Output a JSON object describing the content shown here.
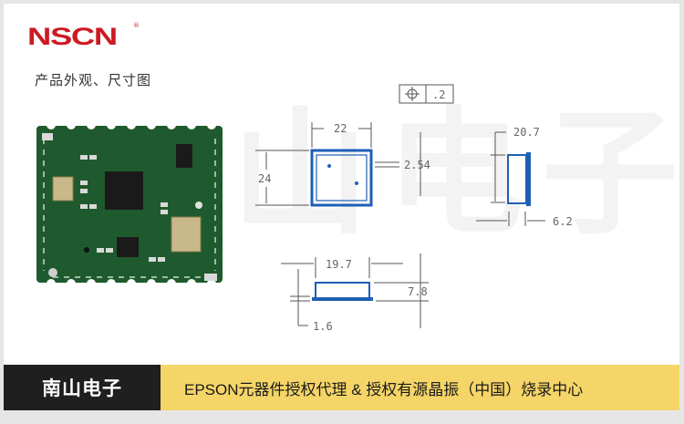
{
  "header": {
    "logo_text": "NSCN",
    "registered_mark": "®",
    "subtitle": "产品外观、尺寸图"
  },
  "watermark": {
    "text": "山电子"
  },
  "product_photo": {
    "alt": "green PCB wireless module with crystal oscillators and QFN chips"
  },
  "drawing": {
    "position_tolerance_symbol": "⌖",
    "position_tolerance_value": ".2",
    "top_view": {
      "width": "22",
      "height": "24",
      "pin_pitch": "2.54"
    },
    "side_view": {
      "length": "20.7",
      "thickness": "6.2"
    },
    "front_view": {
      "width": "19.7",
      "height": "7.8",
      "base_thickness": "1.6"
    },
    "colors": {
      "outline": "#1f5fb5",
      "dimension_line": "#555555"
    }
  },
  "footer": {
    "brand": "南山电子",
    "tagline": "EPSON元器件授权代理 & 授权有源晶振（中国）烧录中心",
    "left_bg": "#1f1f1f",
    "right_bg": "#f5d567"
  }
}
